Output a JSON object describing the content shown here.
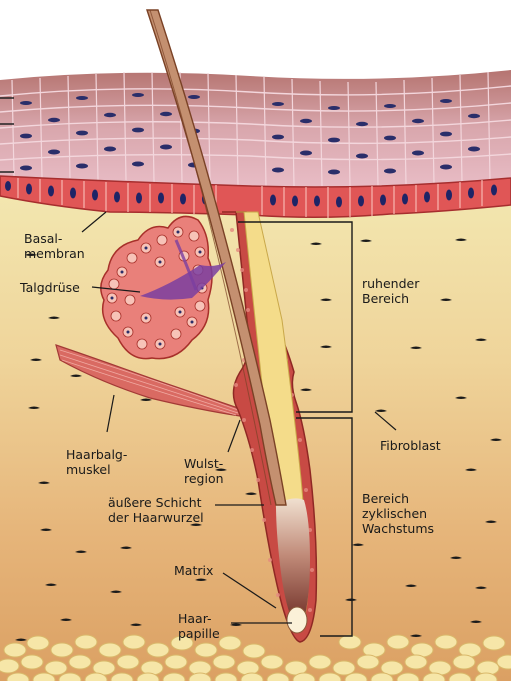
{
  "labels": {
    "basalmembran": [
      "Basal-",
      "membran"
    ],
    "talgdruese": [
      "Talgdrüse"
    ],
    "ruhender_bereich": [
      "ruhender",
      "Bereich"
    ],
    "fibroblast": [
      "Fibroblast"
    ],
    "haarbalgmuskel": [
      "Haarbalg-",
      "muskel"
    ],
    "wulstregion": [
      "Wulst-",
      "region"
    ],
    "aeussere_schicht": [
      "äußere Schicht",
      "der Haarwurzel"
    ],
    "bereich_wachstum": [
      "Bereich",
      "zyklischen",
      "Wachstums"
    ],
    "matrix": [
      "Matrix"
    ],
    "haarpapille": [
      "Haar-",
      "papille"
    ]
  }
}
